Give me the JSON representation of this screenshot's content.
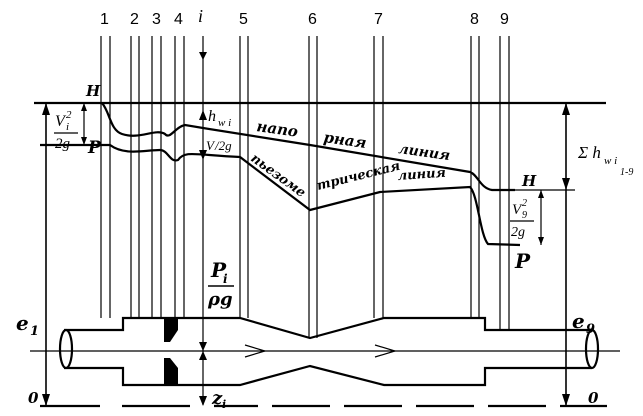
{
  "tubes": [
    {
      "number": "1"
    },
    {
      "number": "2"
    },
    {
      "number": "3"
    },
    {
      "number": "4"
    },
    {
      "number": "5"
    },
    {
      "number": "6"
    },
    {
      "number": "7"
    },
    {
      "number": "8"
    },
    {
      "number": "9"
    }
  ],
  "section_index": "i",
  "labels": {
    "H_left": "H",
    "P_left": "P",
    "H_right": "H",
    "P_right": "P",
    "velocity_head_i_num": "V",
    "velocity_head_i_sup": "2",
    "velocity_head_i_sub": "i",
    "velocity_head_i_den": "2g",
    "hw_i": "h",
    "hw_i_sub": "w i",
    "velocity_head_small": "V",
    "velocity_head_small_den": "/2g",
    "pressure_head_num": "P",
    "pressure_head_num_sub": "i",
    "pressure_head_den": "ρg",
    "sum_hw": "Σ h",
    "sum_hw_sub": "w i",
    "sum_hw_range": "1-9",
    "velocity_head_9_num": "V",
    "velocity_head_9_sup": "2",
    "velocity_head_9_sub": "9",
    "velocity_head_9_den": "2g",
    "z_i": "z",
    "z_i_sub": "i",
    "e1": "e",
    "e1_sub": "1",
    "e9": "e",
    "e9_sub": "9",
    "datum_left": "0",
    "datum_right": "0"
  },
  "line_labels": {
    "pressure_top_1": "напо",
    "pressure_top_2": "рная",
    "pressure_top_3": "линия",
    "piezo_1": "пьезоме",
    "piezo_2": "трическая",
    "piezo_3": "линия"
  }
}
